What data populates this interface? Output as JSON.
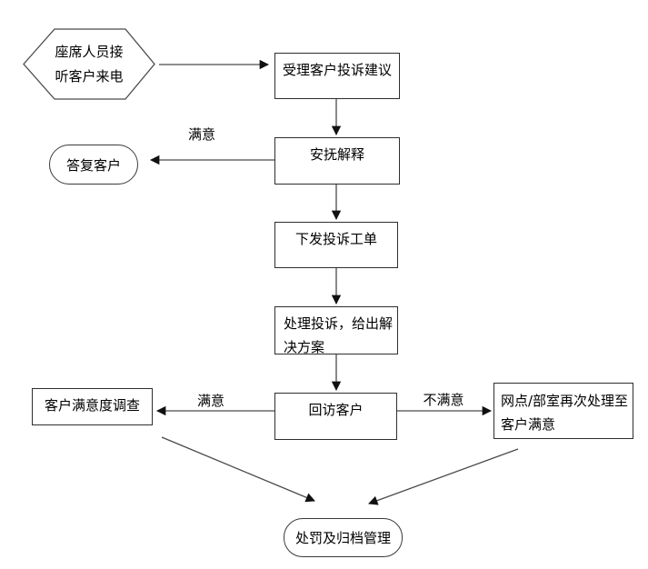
{
  "diagram": {
    "colors": {
      "background": "#ffffff",
      "box_border": "#2e2e2e",
      "line": "#4a4a4a",
      "arrowhead": "#111111",
      "text": "#000000"
    },
    "nodes": {
      "start": {
        "shape": "hexagon",
        "label": "座席人员接\n听客户来电"
      },
      "accept": {
        "shape": "rect",
        "label": "受理客户投诉建议"
      },
      "soothe": {
        "shape": "rect",
        "label": "安抚解释"
      },
      "reply": {
        "shape": "stadium",
        "label": "答复客户"
      },
      "issue": {
        "shape": "rect",
        "label": "下发投诉工单"
      },
      "handle": {
        "shape": "rect",
        "label": "处理投诉，给出解\n决方案"
      },
      "visit": {
        "shape": "rect",
        "label": "回访客户"
      },
      "survey": {
        "shape": "rect",
        "label": "客户满意度调查"
      },
      "branch": {
        "shape": "rect",
        "label": "网点/部室再次处理至\n客户满意"
      },
      "archive": {
        "shape": "stadium",
        "label": "处罚及归档管理"
      }
    },
    "edge_labels": {
      "satisfied_reply": "满意",
      "satisfied_survey": "满意",
      "unsatisfied_branch": "不满意"
    },
    "edges": [
      {
        "from": "start",
        "to": "accept"
      },
      {
        "from": "accept",
        "to": "soothe"
      },
      {
        "from": "soothe",
        "to": "reply",
        "label": "满意"
      },
      {
        "from": "soothe",
        "to": "issue"
      },
      {
        "from": "issue",
        "to": "handle"
      },
      {
        "from": "handle",
        "to": "visit"
      },
      {
        "from": "visit",
        "to": "survey",
        "label": "满意"
      },
      {
        "from": "visit",
        "to": "branch",
        "label": "不满意"
      },
      {
        "from": "survey",
        "to": "archive"
      },
      {
        "from": "branch",
        "to": "archive"
      }
    ]
  }
}
